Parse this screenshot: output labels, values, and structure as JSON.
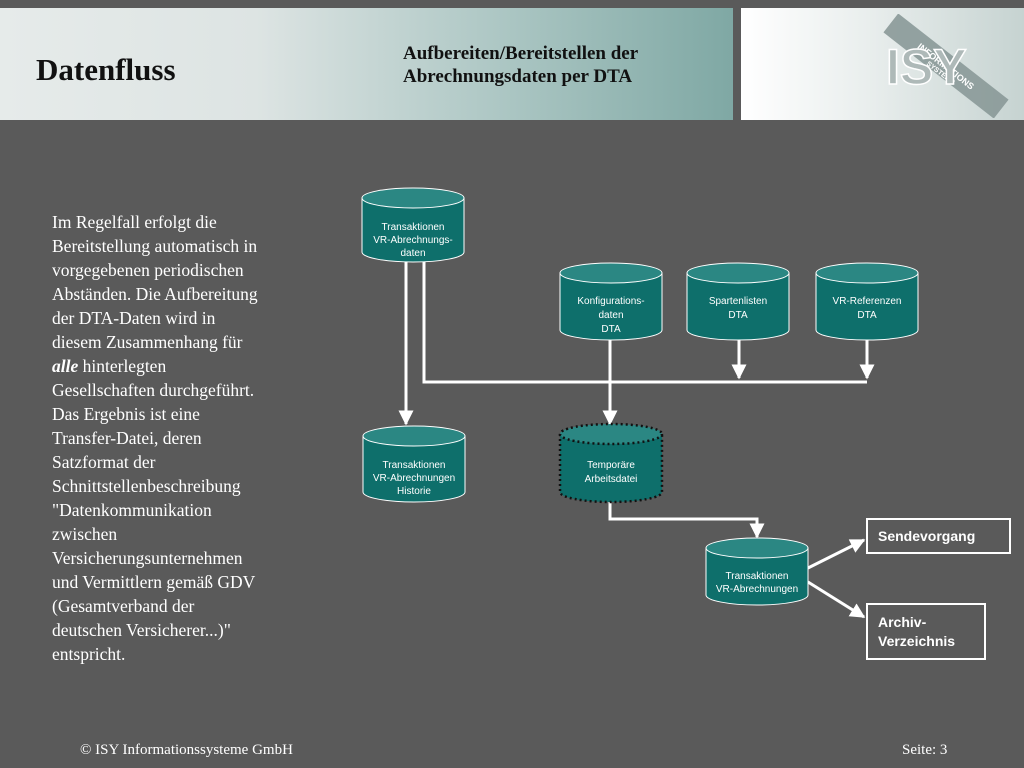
{
  "header": {
    "title": "Datenfluss",
    "subtitle_lines": [
      "Aufbereiten/Bereitstellen der",
      "Abrechnungsdaten per DTA"
    ]
  },
  "logo": {
    "text": "ISY",
    "subtext_1": "INFORMATIONS",
    "subtext_2": "SYSTEME"
  },
  "body_text": [
    "Im Regelfall erfolgt die",
    "Bereitstellung automatisch in",
    "vorgegebenen periodischen",
    "Abständen. Die Aufbereitung",
    "der DTA-Daten wird in",
    "diesem Zusammenhang für",
    "alle",
    " hinterlegten",
    "Gesellschaften durchgeführt.",
    "Das Ergebnis ist eine",
    "Transfer-Datei, deren",
    "Satzformat der",
    "Schnittstellenbeschreibung",
    "\"Datenkommunikation",
    "zwischen",
    "Versicherungsunternehmen",
    "und Vermittlern gemäß GDV",
    "(Gesamtverband der",
    "deutschen Versicherer...)\"",
    "entspricht."
  ],
  "diagram": {
    "nodes": {
      "tx_vr_data": [
        "Transaktionen",
        "VR-Abrechnungs-",
        "daten"
      ],
      "konfig": [
        "Konfigurations-",
        "daten",
        "DTA"
      ],
      "sparten": [
        "Spartenlisten",
        "DTA"
      ],
      "vr_ref": [
        "VR-Referenzen",
        "DTA"
      ],
      "tx_hist": [
        "Transaktionen",
        "VR-Abrechnungen",
        "Historie"
      ],
      "temp": [
        "Temporäre",
        "Arbeitsdatei"
      ],
      "tx_vr": [
        "Transaktionen",
        "VR-Abrechnungen"
      ],
      "sende": [
        "Sendevorgang"
      ],
      "archiv": [
        "Archiv-",
        "Verzeichnis"
      ]
    }
  },
  "footer": {
    "copyright": "© ISY Informationssysteme GmbH",
    "page": "Seite: 3"
  },
  "colors": {
    "background": "#5a5a5a",
    "cylinder_fill": "#0e6f6b",
    "cylinder_top": "#2b8783",
    "line": "#ffffff"
  }
}
